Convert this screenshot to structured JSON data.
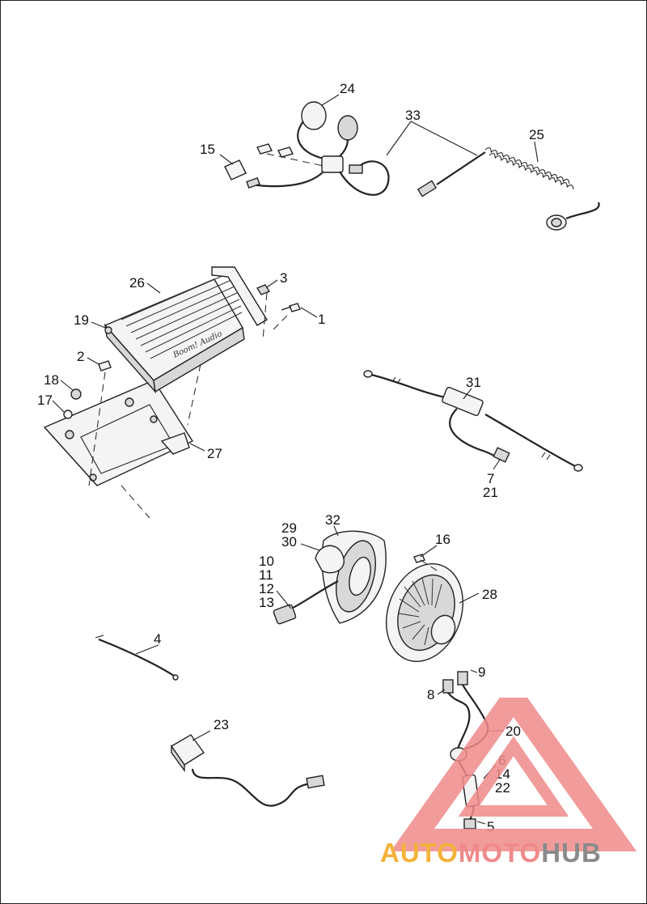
{
  "diagram": {
    "callouts": {
      "c1": "1",
      "c2": "2",
      "c3": "3",
      "c4": "4",
      "c5": "5",
      "c6": "6",
      "c7": "7",
      "c8": "8",
      "c9": "9",
      "c10": "10",
      "c11": "11",
      "c12": "12",
      "c13": "13",
      "c14": "14",
      "c15": "15",
      "c16": "16",
      "c17": "17",
      "c18": "18",
      "c19": "19",
      "c20": "20",
      "c21": "21",
      "c22": "22",
      "c23": "23",
      "c24": "24",
      "c25": "25",
      "c26": "26",
      "c27": "27",
      "c28": "28",
      "c29": "29",
      "c30": "30",
      "c31": "31",
      "c32": "32",
      "c33": "33"
    },
    "amplifier_script": "Boom! Audio"
  },
  "watermark": {
    "part1": "AUTO",
    "part2": "MOTO",
    "part3": "HUB",
    "colors": {
      "yellow": "#f3b23a",
      "red": "#f08a8a",
      "gray": "#8a8a8a"
    }
  }
}
